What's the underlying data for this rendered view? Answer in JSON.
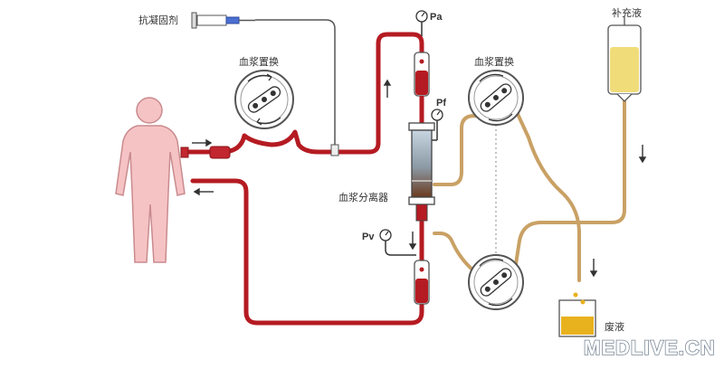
{
  "labels": {
    "anticoagulant": "抗凝固剂",
    "plasma_exchange_left": "血浆置换",
    "plasma_exchange_right": "血浆置换",
    "replacement_fluid": "补充液",
    "plasma_separator": "血浆分离器",
    "waste_fluid": "废液",
    "pa": "Pa",
    "pf": "Pf",
    "pv": "Pv"
  },
  "watermark": "MEDLIVE.CN",
  "colors": {
    "blood_line": "#b51b22",
    "plasma_line": "#c9a165",
    "skin": "#f6c3c4",
    "skin_outline": "#c98b8e",
    "fluid": "#f1dc7a",
    "waste": "#e8b11e",
    "line": "#666666"
  }
}
